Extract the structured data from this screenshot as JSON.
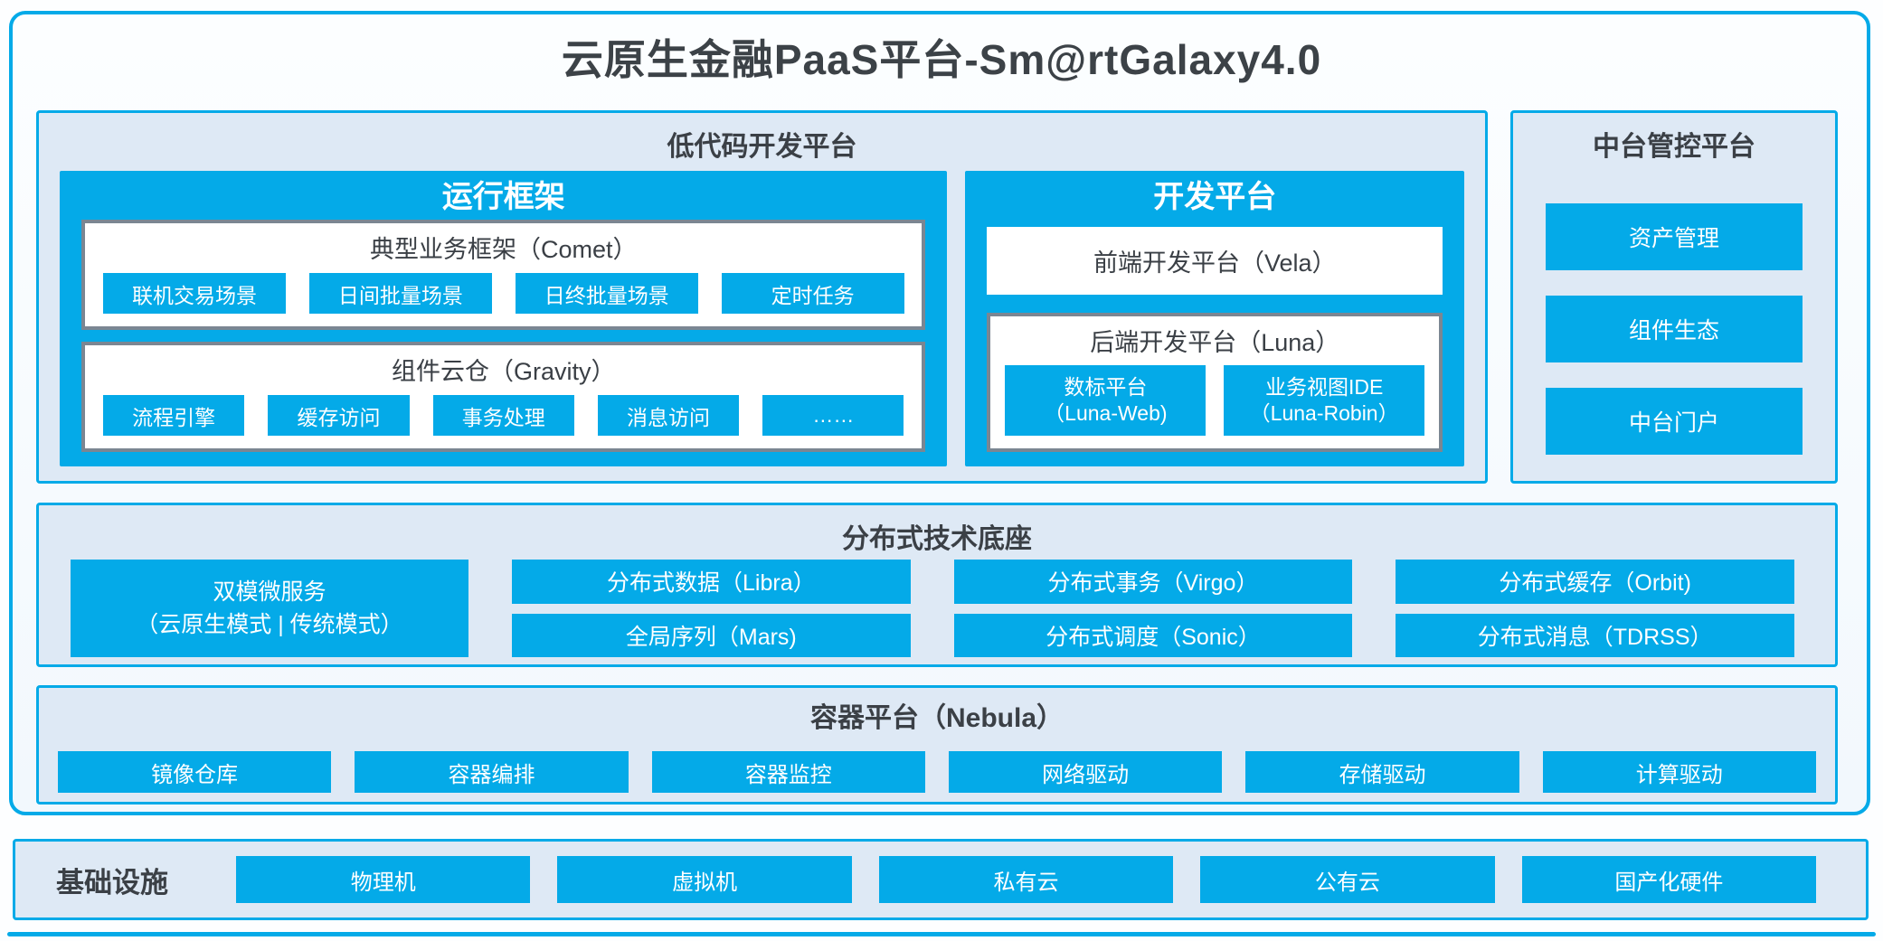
{
  "page_title": "云原生金融PaaS平台-Sm@rtGalaxy4.0",
  "colors": {
    "accent": "#04AAE8",
    "panel_bg": "#DEE9F5",
    "box_border": "#7B8692",
    "dark_text": "#3B4046"
  },
  "lowcode": {
    "title": "低代码开发平台",
    "runtime": {
      "title": "运行框架",
      "comet": {
        "title": "典型业务框架（Comet）",
        "items": [
          "联机交易场景",
          "日间批量场景",
          "日终批量场景",
          "定时任务"
        ]
      },
      "gravity": {
        "title": "组件云仓（Gravity）",
        "items": [
          "流程引擎",
          "缓存访问",
          "事务处理",
          "消息访问",
          "……"
        ]
      }
    },
    "dev": {
      "title": "开发平台",
      "vela": "前端开发平台（Vela）",
      "luna": {
        "title": "后端开发平台（Luna）",
        "items": [
          {
            "line1": "数标平台",
            "line2": "（Luna-Web)"
          },
          {
            "line1": "业务视图IDE",
            "line2": "（Luna-Robin）"
          }
        ]
      }
    }
  },
  "midplatform": {
    "title": "中台管控平台",
    "items": [
      "资产管理",
      "组件生态",
      "中台门户"
    ]
  },
  "distributed": {
    "title": "分布式技术底座",
    "dual_mode": {
      "line1": "双模微服务",
      "line2": "（云原生模式 | 传统模式）"
    },
    "row1": [
      "分布式数据（Libra）",
      "分布式事务（Virgo）",
      "分布式缓存（Orbit)"
    ],
    "row2": [
      "全局序列（Mars)",
      "分布式调度（Sonic）",
      "分布式消息（TDRSS）"
    ]
  },
  "container_platform": {
    "title": "容器平台（Nebula）",
    "items": [
      "镜像仓库",
      "容器编排",
      "容器监控",
      "网络驱动",
      "存储驱动",
      "计算驱动"
    ]
  },
  "infrastructure": {
    "title": "基础设施",
    "items": [
      "物理机",
      "虚拟机",
      "私有云",
      "公有云",
      "国产化硬件"
    ]
  }
}
